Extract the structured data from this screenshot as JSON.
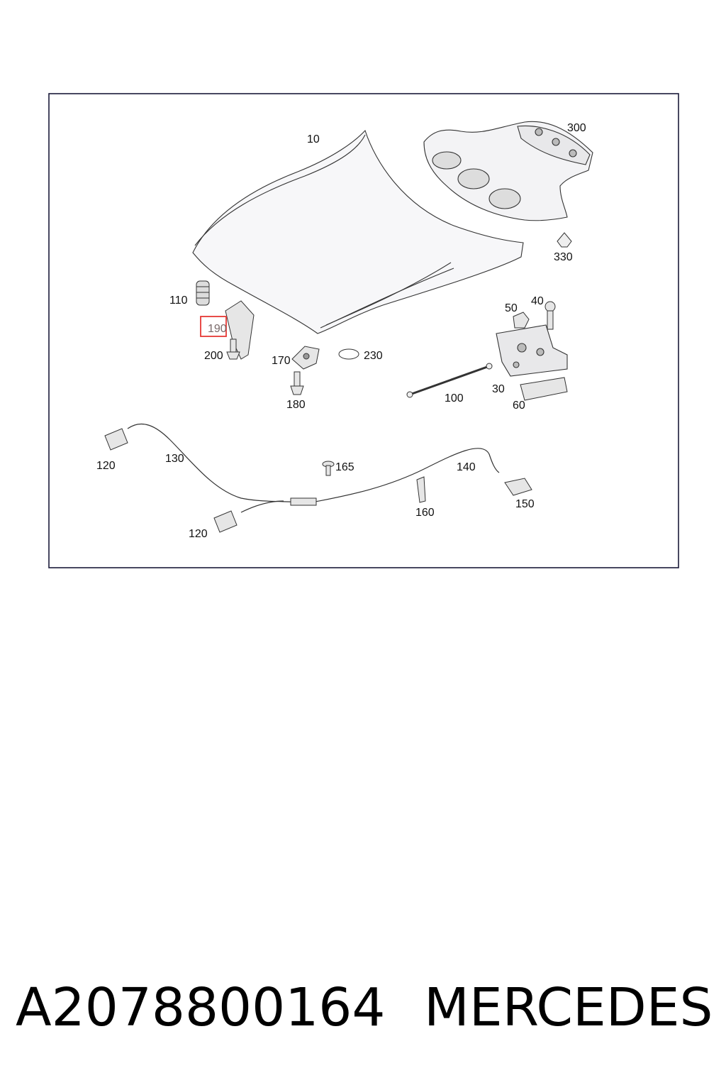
{
  "diagram": {
    "callouts": {
      "c10": "10",
      "c300": "300",
      "c330": "330",
      "c110": "110",
      "c190": "190",
      "c200": "200",
      "c170": "170",
      "c230": "230",
      "c180": "180",
      "c50": "50",
      "c40": "40",
      "c30": "30",
      "c60": "60",
      "c100": "100",
      "c120a": "120",
      "c130": "130",
      "c165": "165",
      "c140": "140",
      "c150": "150",
      "c160": "160",
      "c120b": "120"
    },
    "highlighted_callout": "190",
    "colors": {
      "frame": "#1a1a3a",
      "highlight": "#e53935",
      "line": "#333333"
    }
  },
  "footer": {
    "part_number": "A2078800164",
    "brand": "MERCEDES"
  }
}
